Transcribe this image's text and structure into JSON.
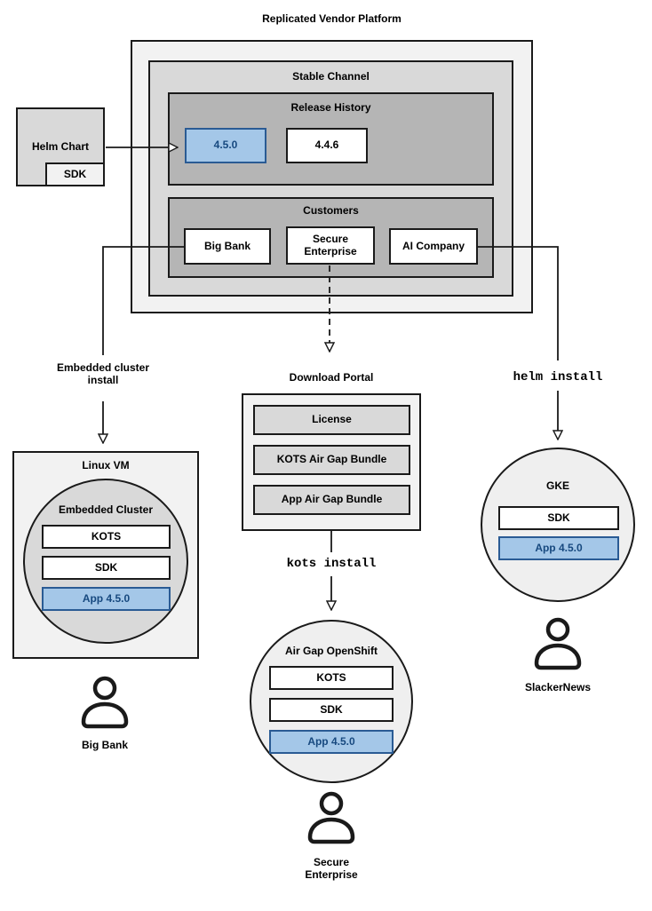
{
  "title": "Replicated Vendor Platform",
  "colors": {
    "highlight_fill": "#a4c7e8",
    "highlight_border": "#2a5b94",
    "highlight_text": "#17497f",
    "box_light": "#f2f2f2",
    "box_medium": "#d9d9d9",
    "box_dark": "#b5b5b5",
    "line": "#1a1a1a"
  },
  "platform": {
    "channel_label": "Stable Channel",
    "release_history": {
      "label": "Release History",
      "releases": [
        "4.5.0",
        "4.4.6"
      ]
    },
    "customers": {
      "label": "Customers",
      "items": [
        "Big Bank",
        "Secure Enterprise",
        "AI Company"
      ]
    }
  },
  "helm_chart": {
    "label": "Helm Chart",
    "sdk_label": "SDK"
  },
  "flows": {
    "left": {
      "install_label": "Embedded cluster install",
      "vm_label": "Linux VM",
      "cluster_label": "Embedded Cluster",
      "components": [
        "KOTS",
        "SDK",
        "App 4.5.0"
      ],
      "user": "Big Bank"
    },
    "middle": {
      "portal_label": "Download Portal",
      "portal_items": [
        "License",
        "KOTS Air Gap Bundle",
        "App Air Gap Bundle"
      ],
      "install_label": "kots install",
      "cluster_label": "Air Gap OpenShift",
      "components": [
        "KOTS",
        "SDK",
        "App 4.5.0"
      ],
      "user": "Secure Enterprise"
    },
    "right": {
      "install_label": "helm install",
      "cluster_label": "GKE",
      "components": [
        "SDK",
        "App 4.5.0"
      ],
      "user": "SlackerNews"
    }
  }
}
